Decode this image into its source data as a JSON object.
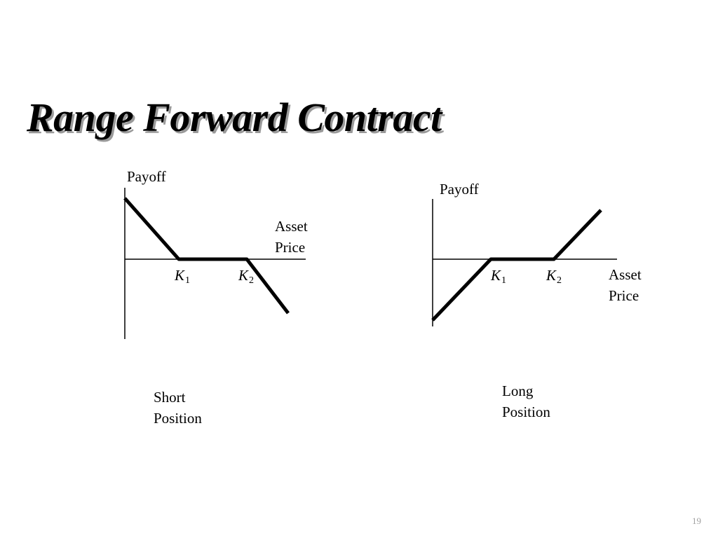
{
  "slide": {
    "title": "Range Forward Contract",
    "page_number": "19"
  },
  "short_diagram": {
    "y_axis_label": "Payoff",
    "x_axis_label_line1": "Asset",
    "x_axis_label_line2": "Price",
    "k1_letter": "K",
    "k1_sub": "1",
    "k2_letter": "K",
    "k2_sub": "2",
    "caption_line1": "Short",
    "caption_line2": "Position"
  },
  "long_diagram": {
    "y_axis_label": "Payoff",
    "x_axis_label_line1": "Asset",
    "x_axis_label_line2": "Price",
    "k1_letter": "K",
    "k1_sub": "1",
    "k2_letter": "K",
    "k2_sub": "2",
    "caption_line1": "Long",
    "caption_line2": "Position"
  }
}
